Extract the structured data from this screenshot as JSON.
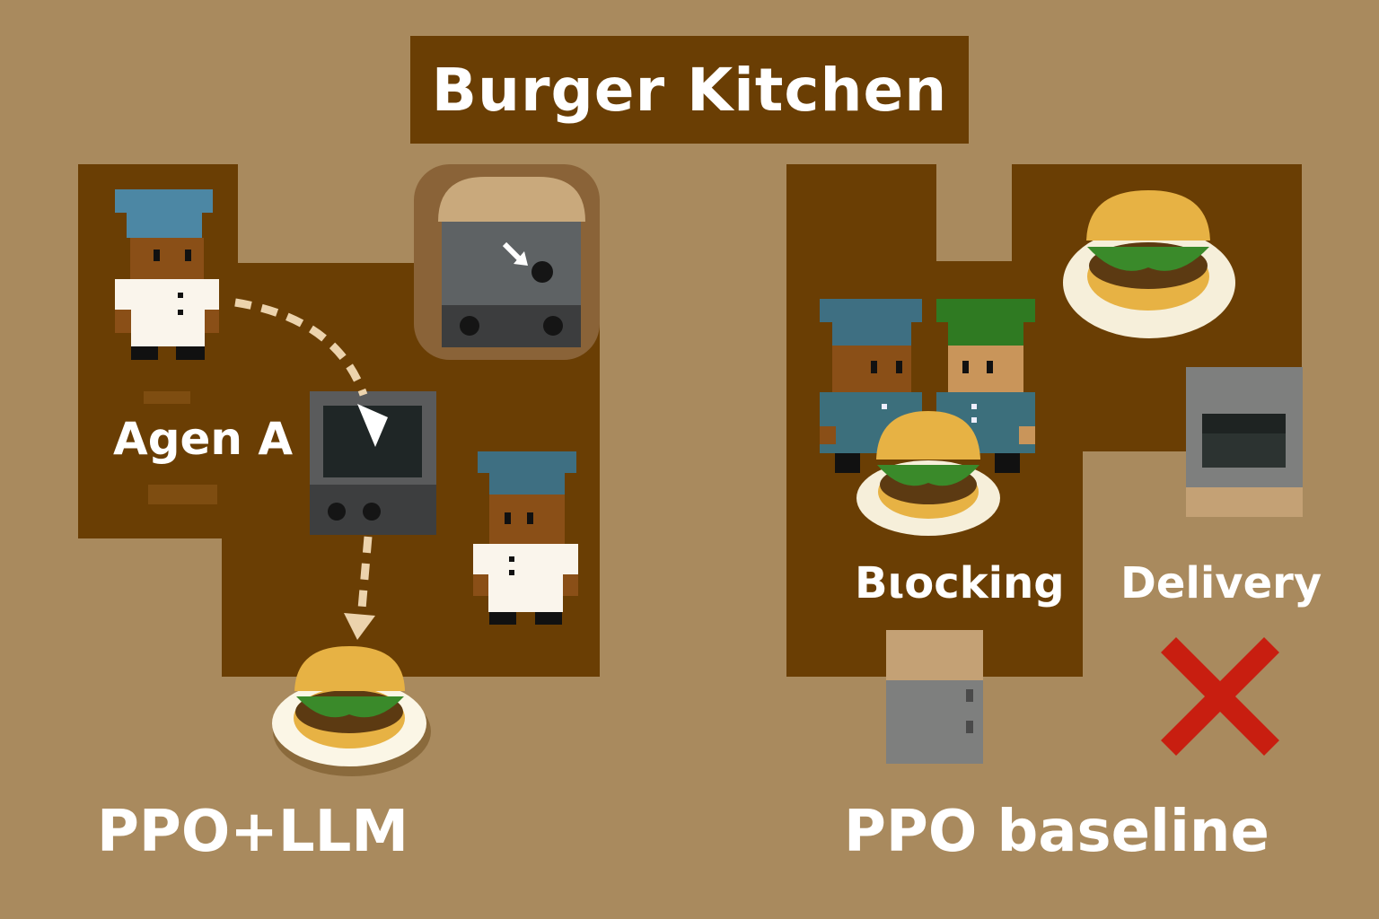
{
  "title": "Burger Kitchen",
  "left_panel": {
    "caption": "PPO+LLM",
    "agent_label": "Agen A"
  },
  "right_panel": {
    "caption": "PPO baseline",
    "blocking_label": "Bιocking",
    "delivery_label": "Delivery",
    "status": "fail-cross-icon"
  },
  "colors": {
    "background": "#a98a5e",
    "floor": "#6a3e04",
    "chef_hat_blue": "#3e6f82",
    "chef_hat_green": "#2f7a22",
    "cross_red": "#c81e10",
    "bun": "#e7b244",
    "lettuce": "#3a8a2a"
  },
  "icons": [
    "chef-icon",
    "stove-icon",
    "oven-icon",
    "burger-plate-icon",
    "counter-icon",
    "arrow-path-icon",
    "fail-cross-icon"
  ]
}
